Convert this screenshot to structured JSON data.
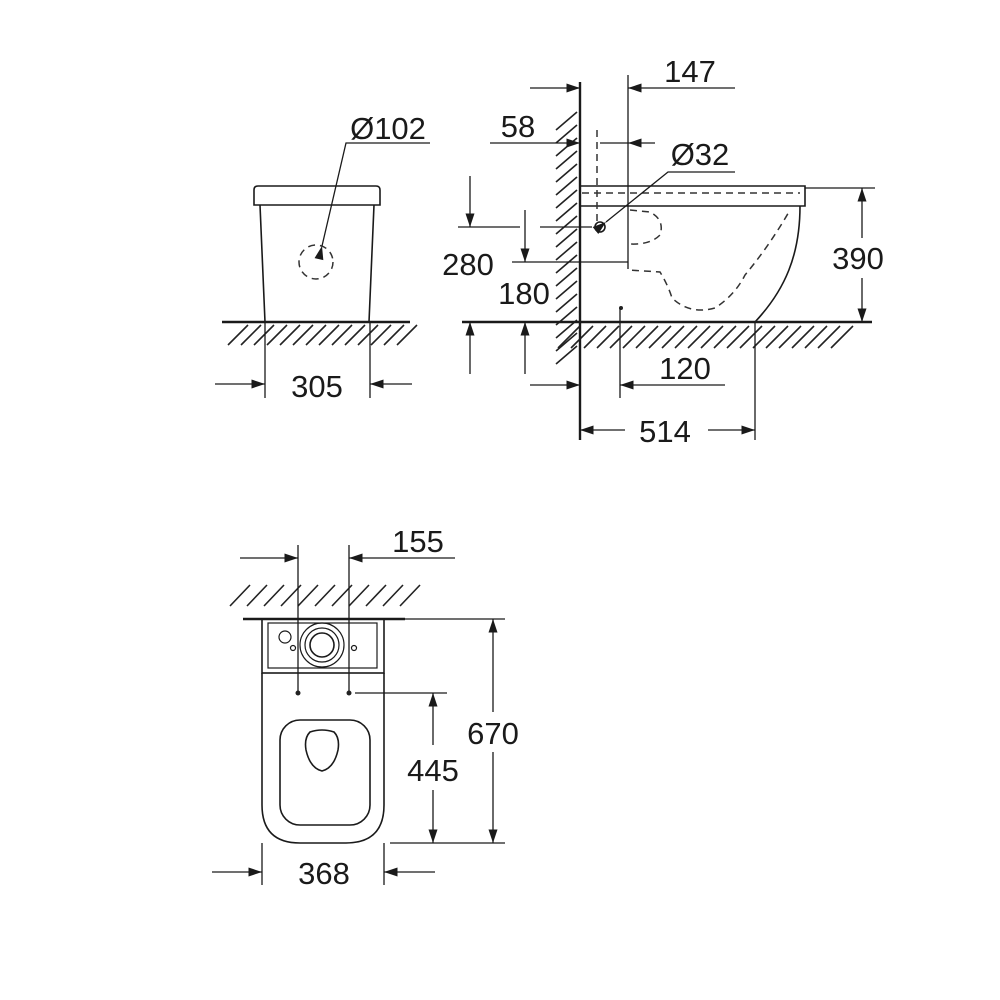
{
  "front_view": {
    "outlet_diameter": "Ø102",
    "width": "305"
  },
  "side_view": {
    "wall_offset_147": "147",
    "wall_offset_58": "58",
    "inlet_diameter": "Ø32",
    "inlet_height": "280",
    "outlet_height": "180",
    "height": "390",
    "floor_outlet_distance": "120",
    "depth": "514"
  },
  "top_view": {
    "fixing_spacing": "155",
    "length": "670",
    "fixing_to_front": "445",
    "width": "368"
  }
}
